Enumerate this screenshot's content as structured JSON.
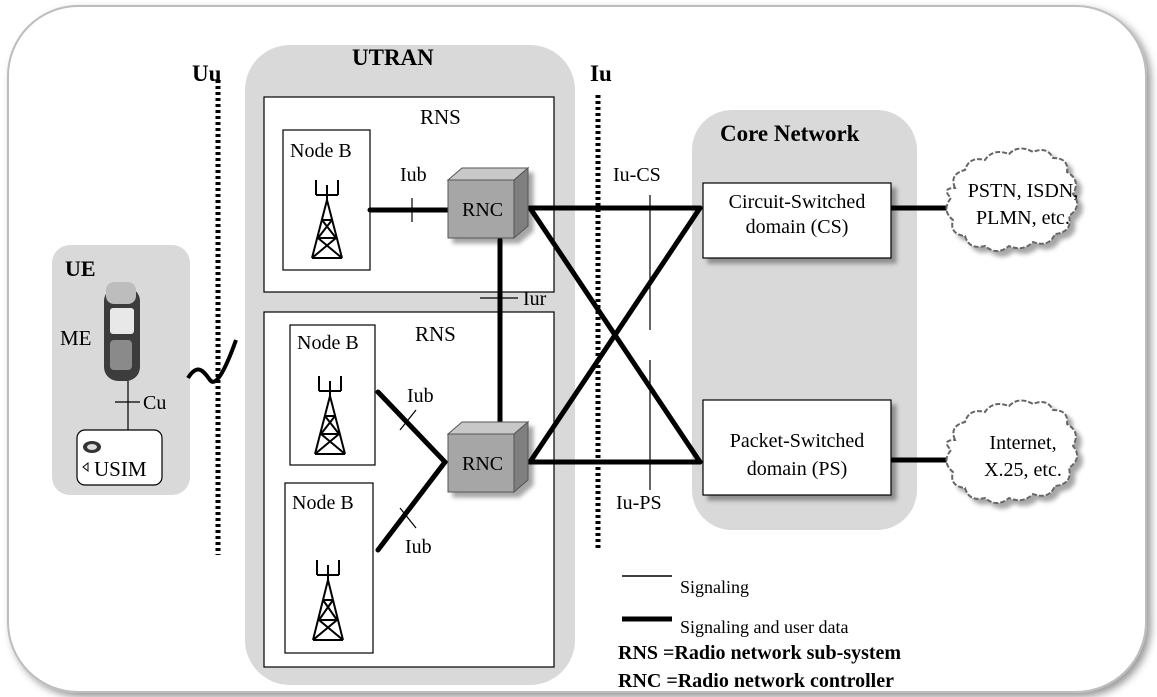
{
  "interfaces": {
    "uu": "Uu",
    "iu": "Iu",
    "iub_top": "Iub",
    "iub_mid": "Iub",
    "iub_bottom": "Iub",
    "iur": "Iur",
    "iu_cs": "Iu-CS",
    "iu_ps": "Iu-PS",
    "cu": "Cu"
  },
  "utran": {
    "title": "UTRAN",
    "rns_top": "RNS",
    "rns_bottom": "RNS",
    "node_b_top": "Node B",
    "node_b_mid": "Node B",
    "node_b_bottom": "Node B",
    "rnc_top": "RNC",
    "rnc_bottom": "RNC"
  },
  "ue": {
    "title": "UE",
    "me": "ME",
    "usim": "USIM"
  },
  "core": {
    "title": "Core Network",
    "cs_line1": "Circuit-Switched",
    "cs_line2": "domain (CS)",
    "ps_line1": "Packet-Switched",
    "ps_line2": "domain (PS)"
  },
  "external": {
    "pstn_line1": "PSTN, ISDN,",
    "pstn_line2": "PLMN, etc.",
    "internet_line1": "Internet,",
    "internet_line2": "X.25, etc."
  },
  "legend": {
    "thin": "Signaling",
    "thick": "Signaling and user data",
    "rns_def": "RNS =Radio network sub-system",
    "rnc_def": "RNC =Radio network controller"
  },
  "colors": {
    "panel_gray": "#d9d9d9",
    "rnc_face": "#a6a6a6",
    "rnc_top": "#c8c8c8",
    "rnc_side": "#7f7f7f"
  }
}
